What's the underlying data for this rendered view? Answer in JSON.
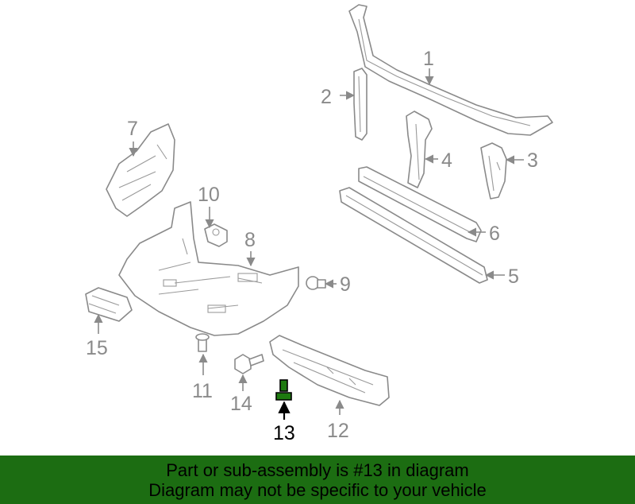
{
  "colors": {
    "banner_bg": "#1c6d12",
    "part_stroke": "#8a8a8a",
    "highlight": "#000000",
    "highlight_part": "#1e7a10"
  },
  "callouts": {
    "c1": "1",
    "c2": "2",
    "c3": "3",
    "c4": "4",
    "c5": "5",
    "c6": "6",
    "c7": "7",
    "c8": "8",
    "c9": "9",
    "c10": "10",
    "c11": "11",
    "c12": "12",
    "c13": "13",
    "c14": "14",
    "c15": "15"
  },
  "banner": {
    "line1": "Part or sub-assembly is #13 in diagram",
    "line2": "Diagram may not be specific to your vehicle"
  }
}
